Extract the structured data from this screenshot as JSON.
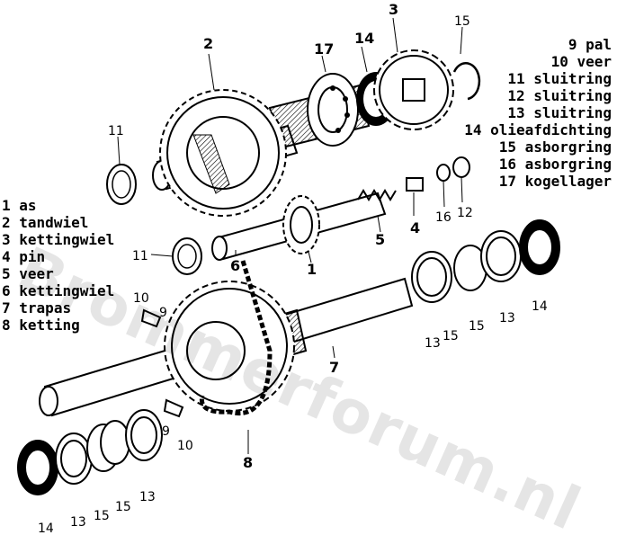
{
  "watermark": "Brommerforum.nl",
  "legend_left": [
    {
      "num": "1",
      "name": "as"
    },
    {
      "num": "2",
      "name": "tandwiel"
    },
    {
      "num": "3",
      "name": "kettingwiel"
    },
    {
      "num": "4",
      "name": "pin"
    },
    {
      "num": "5",
      "name": "veer"
    },
    {
      "num": "6",
      "name": "kettingwiel"
    },
    {
      "num": "7",
      "name": "trapas"
    },
    {
      "num": "8",
      "name": "ketting"
    }
  ],
  "legend_right": [
    {
      "num": "9",
      "name": "pal"
    },
    {
      "num": "10",
      "name": "veer"
    },
    {
      "num": "11",
      "name": "sluitring"
    },
    {
      "num": "12",
      "name": "sluitring"
    },
    {
      "num": "13",
      "name": "sluitring"
    },
    {
      "num": "14",
      "name": "olieafdichting"
    },
    {
      "num": "15",
      "name": "asborgring"
    },
    {
      "num": "16",
      "name": "asborgring"
    },
    {
      "num": "17",
      "name": "kogellager"
    }
  ],
  "callouts": [
    "1",
    "2",
    "3",
    "4",
    "5",
    "6",
    "7",
    "8",
    "9",
    "10",
    "11",
    "12",
    "13",
    "14",
    "15",
    "16",
    "17"
  ]
}
